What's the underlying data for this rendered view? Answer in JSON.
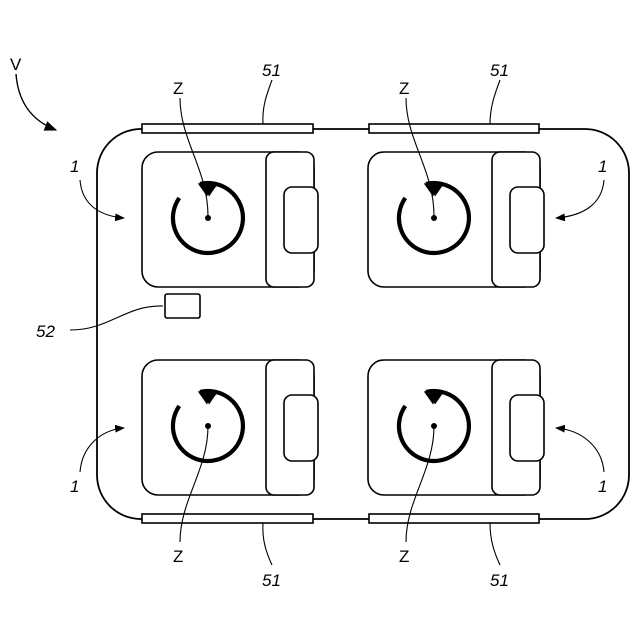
{
  "figure": {
    "labels": {
      "vehicle": "V",
      "seat_unit": "1",
      "door_panel": "51",
      "control_box": "52",
      "rotation_axis": "Z"
    }
  },
  "seats": [
    {
      "position": "top-left",
      "label_side": "left"
    },
    {
      "position": "top-right",
      "label_side": "right"
    },
    {
      "position": "bottom-left",
      "label_side": "left"
    },
    {
      "position": "bottom-right",
      "label_side": "right"
    }
  ],
  "colors": {
    "line": "#000000",
    "background": "#ffffff"
  }
}
